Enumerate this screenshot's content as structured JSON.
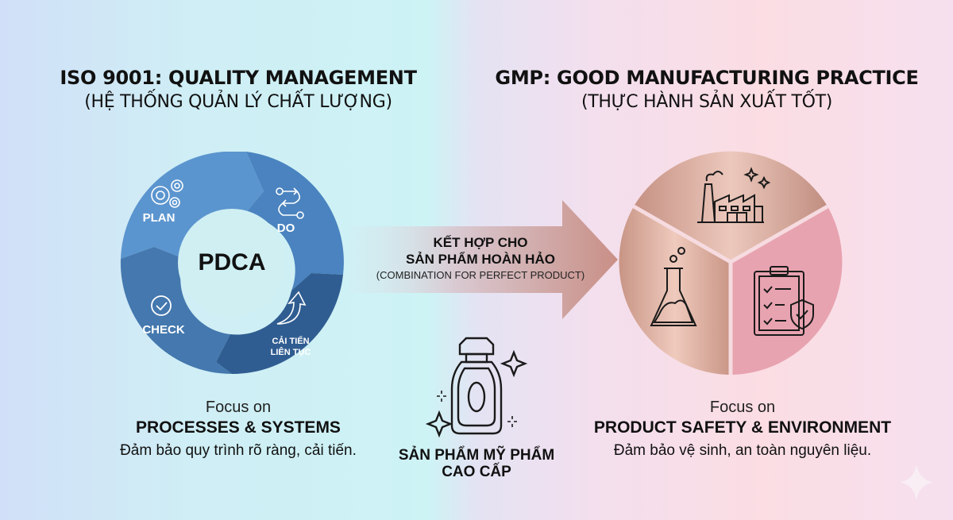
{
  "left": {
    "title": "ISO 9001: QUALITY MANAGEMENT",
    "subtitle": "(HỆ THỐNG QUẢN LÝ CHẤT LƯỢNG)",
    "cycle": {
      "center_label": "PDCA",
      "segments": [
        {
          "label": "PLAN",
          "icon": "gears-icon",
          "color": "#5b95cf"
        },
        {
          "label": "DO",
          "icon": "flow-arrows-icon",
          "color": "#4a83bf"
        },
        {
          "label_line1": "CẢI TIẾN",
          "label_line2": "LIÊN TỤC",
          "icon": "up-arrow-icon",
          "color": "#305d91"
        },
        {
          "label": "CHECK",
          "icon": "check-circle-icon",
          "color": "#4478ae"
        }
      ]
    },
    "focus_label": "Focus on",
    "focus_main": "PROCESSES & SYSTEMS",
    "focus_desc": "Đảm bảo quy trình rõ ràng, cải tiến."
  },
  "center": {
    "arrow_line1": "KẾT HỢP CHO",
    "arrow_line2": "SẢN PHẨM HOÀN HẢO",
    "arrow_sub": "(COMBINATION FOR PERFECT PRODUCT)",
    "product_line1": "SẢN PHẨM MỸ PHẨM",
    "product_line2": "CAO CẤP",
    "product_icon": "perfume-bottle-icon"
  },
  "right": {
    "title": "GMP: GOOD MANUFACTURING PRACTICE",
    "subtitle": "(THỰC HÀNH SẢN XUẤT TỐT)",
    "pie": {
      "segments": [
        {
          "icon": "factory-icon",
          "color": "#c99a8e"
        },
        {
          "icon": "clipboard-shield-icon",
          "color": "#e8a3b0"
        },
        {
          "icon": "flask-icon",
          "color": "#cf9f93"
        }
      ]
    },
    "focus_label": "Focus on",
    "focus_main": "PRODUCT SAFETY & ENVIRONMENT",
    "focus_desc": "Đảm bảo vệ sinh, an toàn nguyên liệu."
  }
}
